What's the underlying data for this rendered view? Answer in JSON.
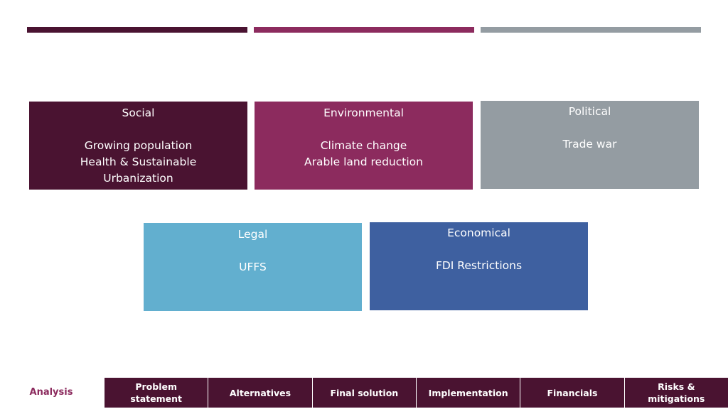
{
  "colors": {
    "dark_plum": "#4a1331",
    "magenta": "#8c2b5e",
    "gray": "#949ca2",
    "light_blue": "#62afcf",
    "blue": "#3e60a0"
  },
  "boxes": {
    "social": {
      "title": "Social",
      "lines": [
        "Growing population",
        "Health & Sustainable",
        "Urbanization"
      ]
    },
    "environmental": {
      "title": "Environmental",
      "lines": [
        "Climate change",
        "Arable land reduction"
      ]
    },
    "political": {
      "title": "Political",
      "lines": [
        "Trade war"
      ]
    },
    "legal": {
      "title": "Legal",
      "lines": [
        "UFFS"
      ]
    },
    "economical": {
      "title": "Economical",
      "lines": [
        "FDI Restrictions"
      ]
    }
  },
  "nav": {
    "current_section": "Analysis",
    "items": [
      "Problem statement",
      "Alternatives",
      "Final solution",
      "Implementation",
      "Financials",
      "Risks & mitigations"
    ]
  }
}
